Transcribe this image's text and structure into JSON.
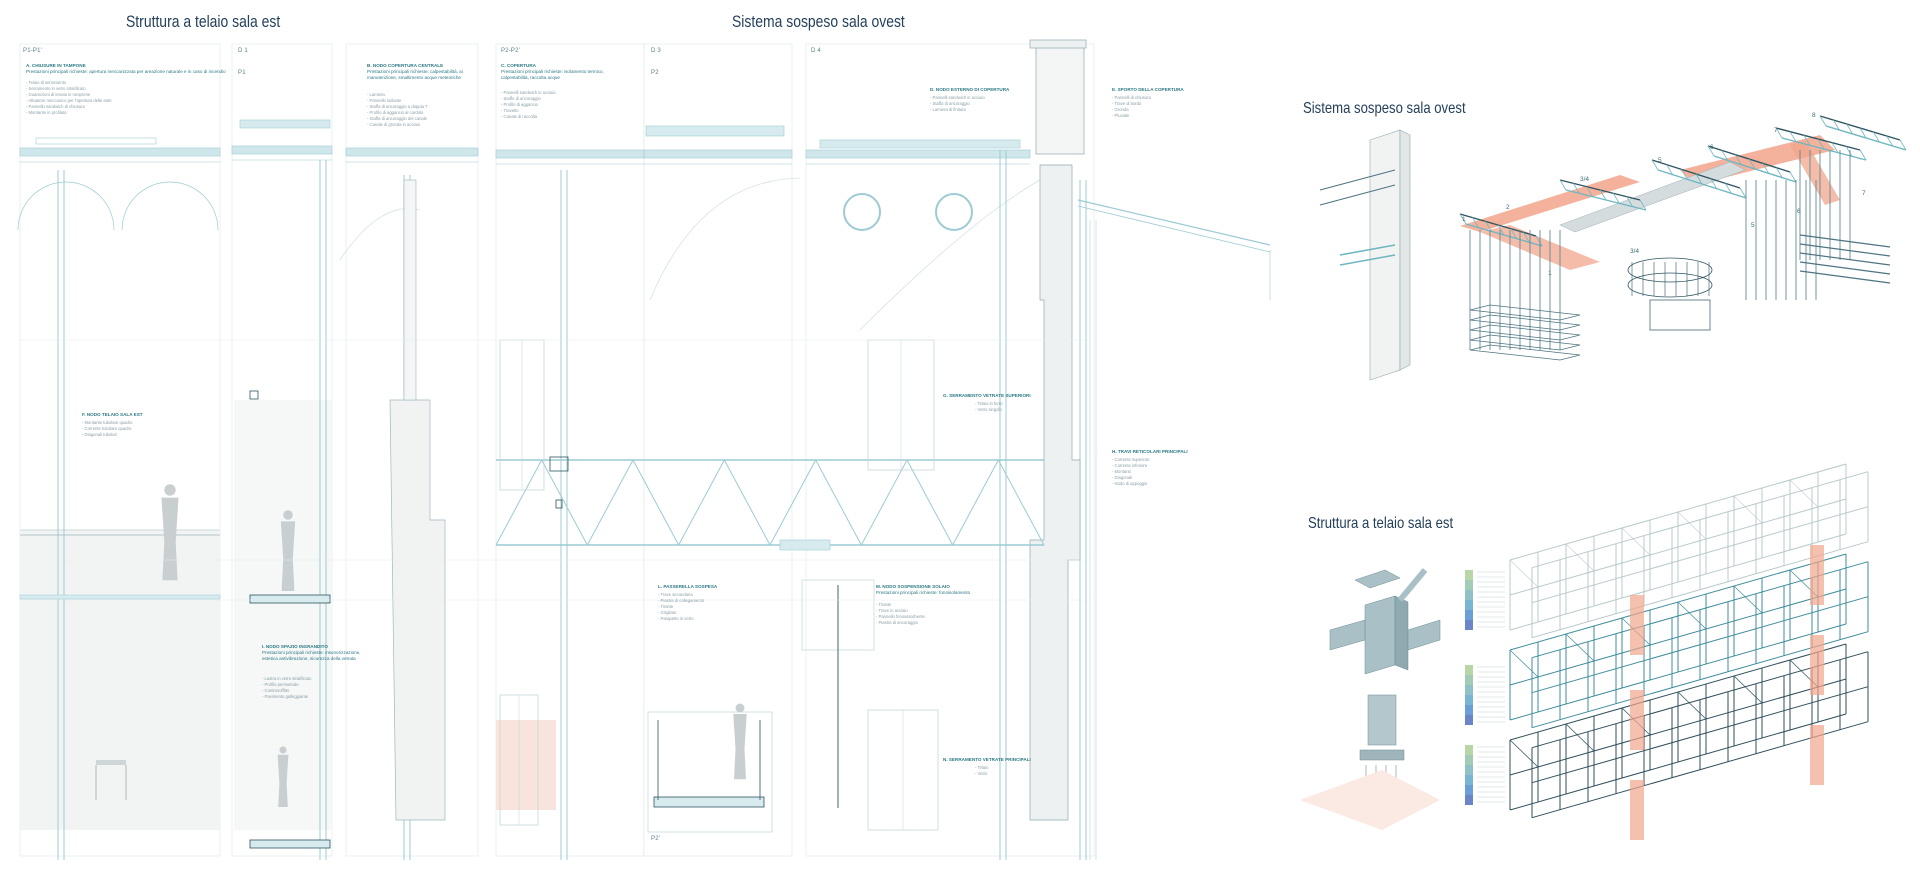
{
  "titles": {
    "east_frame": "Struttura a telaio sala est",
    "west_suspended": "Sistema sospeso sala ovest",
    "axo_west": "Sistema sospeso sala ovest",
    "axo_east": "Struttura a telaio sala est"
  },
  "section_labels": [
    "P1-P1'",
    "D 1",
    "P2-P2'",
    "D 3",
    "D 4",
    "P1",
    "P2",
    "P2'"
  ],
  "notes": [
    {
      "id": "n1",
      "heading": "A. CHIUSURE IN TAMPONE",
      "lead": "Prestazioni principali richieste: apertura meccanizzata per areazione naturale e in caso di incendio",
      "lines": [
        "- Telaio di serramento",
        "- Serramento in vetro stratificato",
        "- Guarnizioni di tenuta in neoprene",
        "- Attuatore meccanico per l'apertura delle ante",
        "- Pannello sandwich di chiusura",
        "- Montante in profilato"
      ]
    },
    {
      "id": "n2",
      "heading": "B. NODO COPERTURA CENTRALE",
      "lead": "Prestazioni principali richieste: calpestabilità, ai manutenzione, smaltimento acque meteoriche",
      "lines": [
        "- Lamiera",
        "- Pannello isolante",
        "- Staffa di ancoraggio a doppia T",
        "- Profilo di aggancio al cordolo",
        "- Staffa di ancoraggio del canale",
        "- Canale di gronda in acciaio"
      ]
    },
    {
      "id": "n3",
      "heading": "C. COPERTURA",
      "lead": "Prestazioni principali richieste: isolamento termico, calpestabilità, raccolta acque",
      "lines": [
        "- Pannelli sandwich in acciaio",
        "- Staffe di ancoraggio",
        "- Profilo di aggancio",
        "- Travetto",
        "- Canale di raccolta"
      ]
    },
    {
      "id": "n4",
      "heading": "D. NODO ESTERNO DI COPERTURA",
      "lead": "",
      "lines": [
        "- Pannelli sandwich in acciaio",
        "- Staffa di ancoraggio",
        "- Lamiera di finitura"
      ]
    },
    {
      "id": "n5",
      "heading": "E. SPORTO DELLA COPERTURA",
      "lead": "",
      "lines": [
        "- Pannelli di chiusura",
        "- Trave di bordo",
        "- Gronda",
        "- Pluviale"
      ]
    },
    {
      "id": "n6",
      "heading": "F. NODO TELAIO SALA EST",
      "lead": "",
      "lines": [
        "- Montante tubolare quadro",
        "- Corrente tubolare quadro",
        "- Diagonali tubolari"
      ]
    },
    {
      "id": "n7",
      "heading": "G. SERRAMENTO VETRATE SUPERIORI",
      "lead": "",
      "lines": [
        "- Telaio in ferro",
        "- Vetro singolo"
      ]
    },
    {
      "id": "n8",
      "heading": "H. TRAVI RETICOLARI PRINCIPALI",
      "lead": "",
      "lines": [
        "- Corrente superiore",
        "- Corrente inferiore",
        "- Montanti",
        "- Diagonali",
        "- Nodo di appoggio"
      ]
    },
    {
      "id": "n9",
      "heading": "I. NODO SPAZIO INGRANDITO",
      "lead": "Prestazioni principali richieste: insonorizzazione, estetica antivibrazione, sicurezza della vetrata",
      "lines": [
        "- Lastra in vetro stratificato",
        "- Profilo perimetrale",
        "- Controsoffitto",
        "- Pavimento galleggiante"
      ]
    },
    {
      "id": "n10",
      "heading": "L. PASSERELLA SOSPESA",
      "lead": "",
      "lines": [
        "- Trave secondaria",
        "- Piastra di collegamento",
        "- Tirante",
        "- Grigliato",
        "- Parapetto in vetro"
      ]
    },
    {
      "id": "n11",
      "heading": "M. NODO SOSPENSIONE SOLAIO",
      "lead": "Prestazioni principali richieste: fonoisolamento",
      "lines": [
        "- Tirante",
        "- Trave in acciaio",
        "- Pannello fonoassorbente",
        "- Piastra di ancoraggio"
      ]
    },
    {
      "id": "n12",
      "heading": "N. SERRAMENTO VETRATE PRINCIPALI",
      "lead": "",
      "lines": [
        "- Telaio",
        "- Vetro"
      ]
    }
  ],
  "axo_numbers": [
    "1",
    "2",
    "3/4",
    "3/4",
    "5",
    "6",
    "7",
    "8",
    "5",
    "6",
    "7",
    "1"
  ],
  "legend_groups": 3,
  "colors": {
    "title": "#233f5a",
    "line": "#6fb6c2",
    "accent": "#f2a58c",
    "dark": "#2d5561"
  }
}
